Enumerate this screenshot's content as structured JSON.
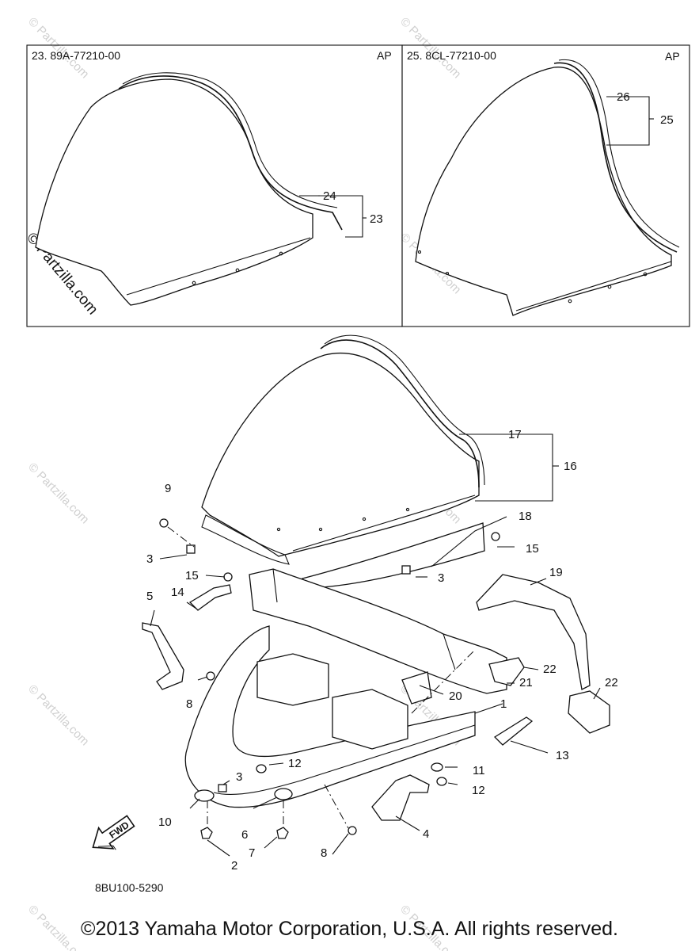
{
  "panels": {
    "left": {
      "part_no": "23. 89A-77210-00",
      "tag": "AP"
    },
    "right": {
      "part_no": "25. 8CL-77210-00",
      "tag": "AP"
    }
  },
  "callouts": {
    "c1": "1",
    "c2": "2",
    "c3a": "3",
    "c3b": "3",
    "c3c": "3",
    "c4": "4",
    "c5": "5",
    "c6": "6",
    "c7": "7",
    "c8a": "8",
    "c8b": "8",
    "c9": "9",
    "c10": "10",
    "c11": "11",
    "c12a": "12",
    "c12b": "12",
    "c13": "13",
    "c14": "14",
    "c15a": "15",
    "c15b": "15",
    "c16": "16",
    "c17": "17",
    "c18": "18",
    "c19": "19",
    "c20": "20",
    "c21": "21",
    "c22a": "22",
    "c22b": "22",
    "c23": "23",
    "c24": "24",
    "c25": "25",
    "c26": "26"
  },
  "fwd_label": "FWD",
  "diagram_code": "8BU100-5290",
  "watermark": "© Partzilla.com",
  "copyright": "©2013  Yamaha Motor Corporation, U.S.A. All rights reserved."
}
